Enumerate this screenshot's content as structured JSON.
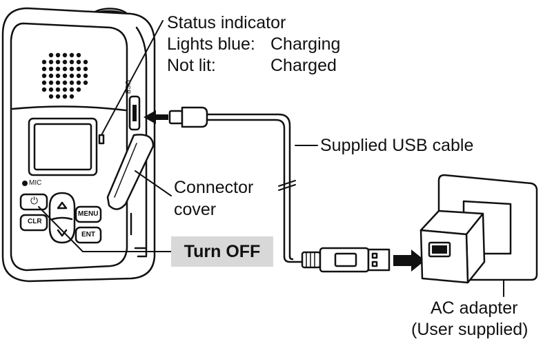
{
  "labels": {
    "status_indicator": "Status indicator",
    "lights_blue_key": "Lights blue:",
    "lights_blue_value": "Charging",
    "not_lit_key": "Not lit:",
    "not_lit_value": "Charged",
    "usb_cable": "Supplied USB cable",
    "connector_line1": "Connector",
    "connector_line2": "cover",
    "turn_off": "Turn OFF",
    "ac_adapter_line1": "AC adapter",
    "ac_adapter_line2": "(User supplied)"
  },
  "device": {
    "mic_label": "MIC",
    "usb_port_label": "USB",
    "menu_key": "MENU",
    "clr_key": "CLR",
    "ent_key": "ENT",
    "power_symbol": "⏻"
  },
  "colors": {
    "line": "#111111",
    "button_bg": "#d8d8d8",
    "background": "#ffffff"
  }
}
